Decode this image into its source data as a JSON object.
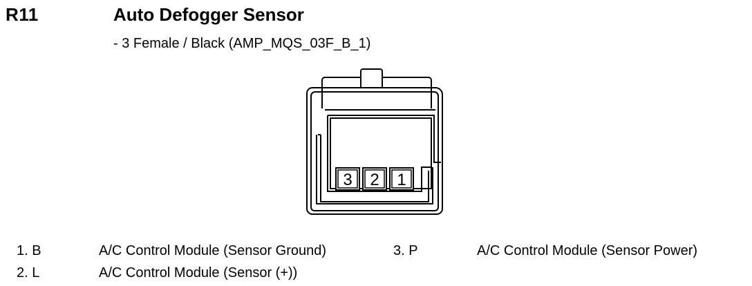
{
  "header": {
    "code": "R11",
    "title": "Auto Defogger Sensor",
    "subtitle": "- 3 Female / Black (AMP_MQS_03F_B_1)"
  },
  "connector": {
    "pin_labels": [
      "3",
      "2",
      "1"
    ]
  },
  "pins": [
    {
      "num": "1. B",
      "desc": "A/C Control Module (Sensor Ground)"
    },
    {
      "num": "2. L",
      "desc": "A/C Control Module (Sensor (+))"
    },
    {
      "num": "3. P",
      "desc": "A/C Control Module (Sensor Power)"
    }
  ]
}
